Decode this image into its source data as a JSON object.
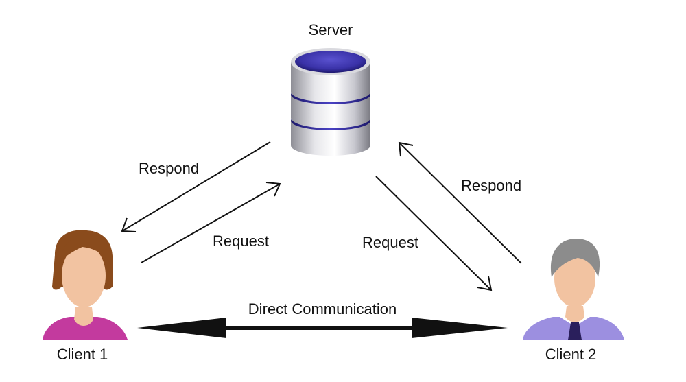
{
  "nodes": {
    "server": {
      "label": "Server"
    },
    "client1": {
      "label": "Client 1"
    },
    "client2": {
      "label": "Client 2"
    }
  },
  "edges": {
    "server_to_client1": {
      "label": "Respond"
    },
    "client1_to_server": {
      "label": "Request"
    },
    "server_to_client2": {
      "label": "Request"
    },
    "client2_to_server": {
      "label": "Respond"
    },
    "client1_client2": {
      "label": "Direct Communication"
    }
  },
  "colors": {
    "disk_top": "#3a32a8",
    "client1_shirt": "#c33a9e",
    "client2_shirt": "#9c8fe0",
    "hair_brown": "#8a4b1c",
    "hair_gray": "#8c8c8c",
    "skin": "#f2c3a1"
  }
}
